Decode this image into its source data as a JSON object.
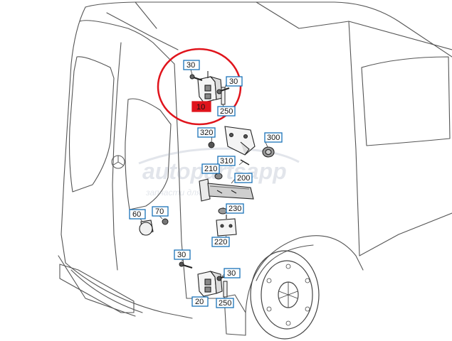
{
  "callouts": {
    "c30_top": "30",
    "c30_top_right": "30",
    "c10_selected": "10",
    "c250_top": "250",
    "c320": "320",
    "c300": "300",
    "c310": "310",
    "c210": "210",
    "c200": "200",
    "c60": "60",
    "c70": "70",
    "c230": "230",
    "c220": "220",
    "c30_bottom_left": "30",
    "c30_bottom_right": "30",
    "c20": "20",
    "c250_bottom": "250"
  },
  "watermark": {
    "brand": "autopartsapp",
    "sub": "запчасти для авто"
  },
  "colors": {
    "highlight_circle": "#e0141c",
    "selected_box": "#e0141c",
    "callout_border": "#1a72b8",
    "line": "#333333"
  }
}
